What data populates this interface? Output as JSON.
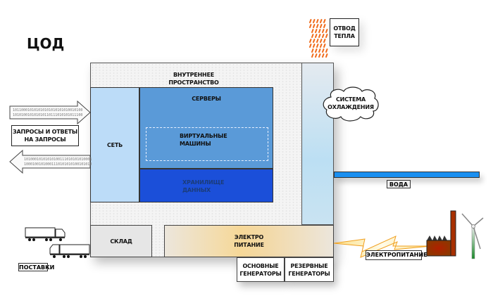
{
  "title": "ЦОД",
  "inner_space": {
    "line1": "ВНУТРЕННЕЕ",
    "line2": "ПРОСТРАНСТВО"
  },
  "network": "СЕТЬ",
  "servers": "СЕРВЕРЫ",
  "virtual_machines": {
    "line1": "ВИРТУАЛЬНЫЕ",
    "line2": "МАШИНЫ"
  },
  "storage": {
    "line1": "ХРАНИЛИЩЕ",
    "line2": "ДАННЫХ"
  },
  "warehouse": "СКЛАД",
  "power": {
    "line1": "ЭЛЕКТРО",
    "line2": "ПИТАНИЕ"
  },
  "main_generators": {
    "line1": "ОСНОВНЫЕ",
    "line2": "ГЕНЕРАТОРЫ"
  },
  "backup_generators": {
    "line1": "РЕЗЕРВНЫЕ",
    "line2": "ГЕНЕРАТОРЫ"
  },
  "cooling": {
    "line1": "СИСТЕМА",
    "line2": "ОХЛАЖДЕНИЯ"
  },
  "heat_removal": {
    "line1": "ОТВОД",
    "line2": "ТЕПЛА"
  },
  "water": "ВОДА",
  "external_power": "ЭЛЕКТРОПИТАНИЕ",
  "requests": {
    "line1": "ЗАПРОСЫ И ОТВЕТЫ",
    "line2": "НА ЗАПРОСЫ"
  },
  "deliveries": "ПОСТАВКИ",
  "binary": {
    "in_row1": "101100010101010101010101010010100",
    "in_row2": "101010010101010110111010101011100",
    "out_row1": "101000101010101001110101010100010",
    "out_row2": "100010010100011101010101001010100"
  },
  "colors": {
    "network": "#bcdcf8",
    "servers": "#5a9ad8",
    "storage": "#1b4fd9",
    "water": "#1a8ff0",
    "heat": "#f06a1a",
    "power": "#f6d898"
  }
}
